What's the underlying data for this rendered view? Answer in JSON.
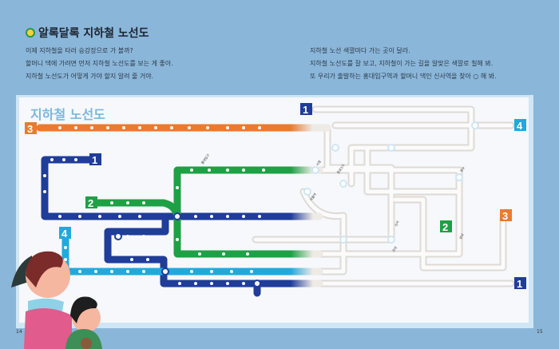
{
  "header": {
    "title": "알록달록 지하철 노선도"
  },
  "left_text": [
    "이제 지하철을 타러 승강장으로 가 볼까?",
    "할머니 댁에 가려면 먼저 지하철 노선도를 보는 게 좋아.",
    "지하철 노선도가 어떻게 가야 할지 알려 줄 거야."
  ],
  "right_text": [
    "지하철 노선 색깔마다 가는 곳이 달라.",
    "지하철 노선도를 잘 보고, 지하철이 가는 길을 알맞은 색깔로 칠해 봐.",
    "또 우리가 출발하는 홍대입구역과 할머니 댁인 신사역을 찾아 ○ 해 봐."
  ],
  "map": {
    "title": "지하철 노선도",
    "lines": [
      {
        "number": "1",
        "color": "#1f3d99"
      },
      {
        "number": "2",
        "color": "#1ea044"
      },
      {
        "number": "3",
        "color": "#ec7a2e"
      },
      {
        "number": "4",
        "color": "#22a9dc"
      }
    ],
    "stations": {
      "hongdae": "홍대입구",
      "sinsa": "신사",
      "seoul": "서울역",
      "city_hall": "시청",
      "jongno": "종로3가",
      "seongsu": "성수",
      "gyodae": "교대",
      "gangnam": "강남"
    }
  },
  "page_numbers": {
    "left": "14",
    "right": "15"
  }
}
